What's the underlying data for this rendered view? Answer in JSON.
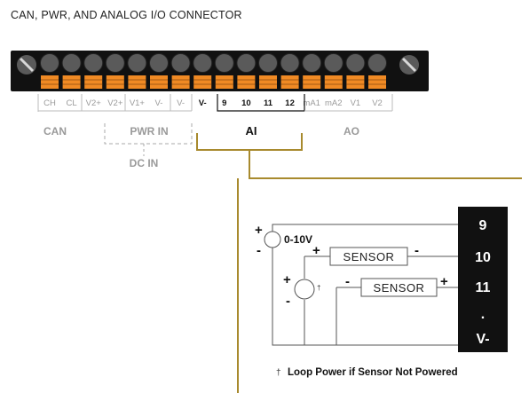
{
  "title": "CAN, PWR, AND ANALOG I/O CONNECTOR",
  "colors": {
    "connector_body": "#111111",
    "terminal_orange": "#f08a24",
    "screw_face": "#5a5a5a",
    "gold_line": "#a88a2e",
    "label_grey": "#9a9a9a",
    "pinbox": "#111111"
  },
  "pin_labels": [
    "CH",
    "CL",
    "V2+",
    "V2+",
    "V1+",
    "V-",
    "V-",
    "V-",
    "9",
    "10",
    "11",
    "12",
    "mA1",
    "mA2",
    "V1",
    "V2"
  ],
  "groups": {
    "can": "CAN",
    "pwr_in": "PWR IN",
    "dc_in": "DC IN",
    "ai": "AI",
    "ao": "AO"
  },
  "circuit": {
    "source_label": "0-10V",
    "sensor1": "SENSOR",
    "sensor2": "SENSOR",
    "plus": "+",
    "minus": "-",
    "dagger": "†",
    "pins": [
      "9",
      "10",
      "11",
      ".",
      "V-"
    ],
    "footnote_mark": "†",
    "footnote": "Loop Power if Sensor Not Powered"
  }
}
